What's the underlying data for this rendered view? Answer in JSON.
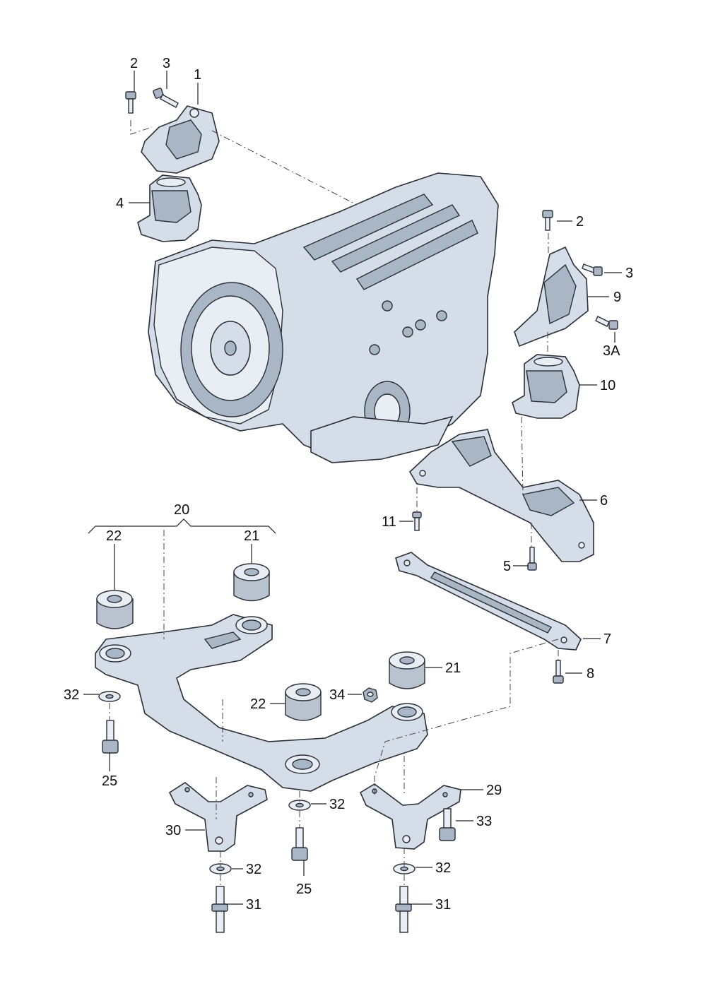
{
  "diagram": {
    "callouts": {
      "c_1": "1",
      "c_2_top": "2",
      "c_3_top": "3",
      "c_4": "4",
      "c_2_right": "2",
      "c_3_right": "3",
      "c_9": "9",
      "c_3a": "3A",
      "c_10": "10",
      "c_6": "6",
      "c_11": "11",
      "c_5": "5",
      "c_7": "7",
      "c_8": "8",
      "c_20": "20",
      "c_22_left": "22",
      "c_21_left": "21",
      "c_21_right": "21",
      "c_32_left": "32",
      "c_34": "34",
      "c_22_mid": "22",
      "c_25_left": "25",
      "c_29": "29",
      "c_32_mid": "32",
      "c_33": "33",
      "c_30": "30",
      "c_32_bl": "32",
      "c_32_br": "32",
      "c_25_mid": "25",
      "c_31_left": "31",
      "c_31_right": "31"
    }
  }
}
